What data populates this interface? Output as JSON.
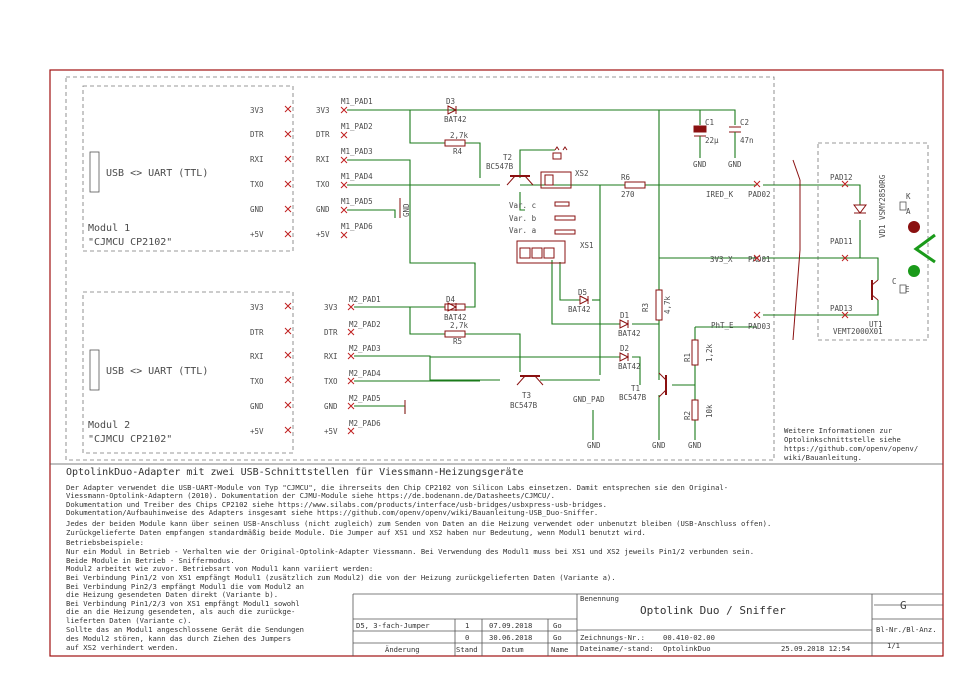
{
  "module1": {
    "pins": [
      "3V3",
      "DTR",
      "RXI",
      "TXO",
      "GND",
      "+5V"
    ],
    "title_box": "USB <> UART (TTL)",
    "name": "Modul 1",
    "subname": "\"CJMCU CP2102\"",
    "pads": [
      "M1_PAD1",
      "M1_PAD2",
      "M1_PAD3",
      "M1_PAD4",
      "M1_PAD5",
      "M1_PAD6"
    ],
    "conn": [
      "3V3",
      "DTR",
      "RXI",
      "TXO",
      "GND",
      "+5V"
    ]
  },
  "module2": {
    "pins": [
      "3V3",
      "DTR",
      "RXI",
      "TXO",
      "GND",
      "+5V"
    ],
    "title_box": "USB <> UART (TTL)",
    "name": "Modul 2",
    "subname": "\"CJMCU CP2102\"",
    "pads": [
      "M2_PAD1",
      "M2_PAD2",
      "M2_PAD3",
      "M2_PAD4",
      "M2_PAD5",
      "M2_PAD6"
    ],
    "conn": [
      "3V3",
      "DTR",
      "RXI",
      "TXO",
      "GND",
      "+5V"
    ]
  },
  "parts": {
    "D3": "D3",
    "D3v": "BAT42",
    "R4v": "2,7k",
    "R4": "R4",
    "T2": "T2",
    "T2v": "BC547B",
    "XS2": "XS2",
    "R6": "R6",
    "R6v": "270",
    "C1": "C1",
    "C1v": "22µ",
    "C2": "C2",
    "C2v": "47n",
    "var_c": "Var. c",
    "var_b": "Var. b",
    "var_a": "Var. a",
    "XS1": "XS1",
    "D5": "D5",
    "D5v": "BAT42",
    "D4": "D4",
    "D4v": "BAT42",
    "R5v": "2,7k",
    "R5": "R5",
    "D1": "D1",
    "D1v": "BAT42",
    "D2": "D2",
    "D2v": "BAT42",
    "R3": "R3",
    "R3v": "4,7k",
    "R1": "R1",
    "R1v": "1,2k",
    "R2": "R2",
    "R2v": "10k",
    "T1": "T1",
    "T1v": "BC547B",
    "T3": "T3",
    "T3v": "BC547B",
    "GND_PAD": "GND_PAD",
    "UT1": "UT1",
    "UT1v": "VEMT2000X01",
    "VD1": "VD1 VSMY2850RG",
    "pad12": "PAD12",
    "pad11": "PAD11",
    "pad13": "PAD13",
    "pad02": "PAD02",
    "pad01": "PAD01",
    "pad03": "PAD03",
    "IRED_K": "IRED_K",
    "V3V3_X": "3V3_X",
    "PhT_E": "PhT_E",
    "gnd": "GND",
    "K": "K",
    "A": "A",
    "C": "C",
    "E": "E"
  },
  "info_note": [
    "Weitere Informationen zur",
    "Optolinkschnittstelle siehe",
    "https://github.com/openv/openv/",
    "wiki/Bauanleitung."
  ],
  "main_title": "OptolinkDuo-Adapter mit zwei USB-Schnittstellen für Viessmann-Heizungsgeräte",
  "description": [
    "Der Adapter verwendet die USB-UART-Module von Typ \"CJMCU\", die ihrerseits den Chip CP2102 von Silicon Labs einsetzen. Damit entsprechen sie den Original-",
    "Viessmann-Optolink-Adaptern (2010). Dokumentation der CJMU-Module siehe https://de.bodenann.de/Datasheets/CJMCU/.",
    "Dokumentation und Treiber des Chips CP2102 siehe https://www.silabs.com/products/interface/usb-bridges/usbxpress-usb-bridges.",
    "Dokumentation/Aufbauhinweise des Adapters insgesamt siehe https://github.com/openv/openv/wiki/Bauanleitung-USB_Duo-Sniffer.",
    "Jedes der beiden Module kann über seinen USB-Anschluss (nicht zugleich) zum Senden von Daten an die Heizung verwendet oder unbenutzt bleiben (USB-Anschluss offen).",
    "Zurückgelieferte Daten empfangen standardmäßig beide Module. Die Jumper auf XS1 und XS2 haben nur Bedeutung, wenn Modul1 benutzt wird.",
    "Betriebsbeispiele:",
    "Nur ein Modul in Betrieb - Verhalten wie der Original-Optolink-Adapter Viessmann. Bei Verwendung des Modul1 muss bei XS1 und XS2 jeweils Pin1/2 verbunden sein.",
    "Beide Module in Betrieb - Sniffermodus.",
    "Modul2 arbeitet wie zuvor. Betriebsart von Modul1 kann variiert werden:",
    "Bei Verbindung Pin1/2 von XS1 empfängt Modul1 (zusätzlich zum Modul2) die von der Heizung zurückgelieferten Daten (Variante a).",
    "Bei Verbindung Pin2/3 empfängt Modul1 die vom Modul2 an",
    "    die Heizung gesendeten Daten direkt (Variante b).",
    "Bei Verbindung Pin1/2/3 von XS1 empfängt Modul1 sowohl",
    "    die an die Heizung gesendeten, als auch die zurückge-",
    "    lieferten Daten (Variante c).",
    "Sollte das an Modul1 angeschlossene Gerät die Sendungen",
    "des Modul2 stören, kann das durch Ziehen des Jumpers",
    "auf XS2 verhindert  werden."
  ],
  "titleblock": {
    "benennung_label": "Benennung",
    "benennung": "Optolink Duo / Sniffer",
    "rev1": {
      "desc": "D5, 3-fach-Jumper",
      "stand": "1",
      "datum": "07.09.2018",
      "name": "Go"
    },
    "rev0": {
      "desc": "",
      "stand": "0",
      "datum": "30.06.2018",
      "name": "Go"
    },
    "hdr_aenderung": "Änderung",
    "hdr_stand": "Stand",
    "hdr_datum": "Datum",
    "hdr_name": "Name",
    "zeichnr_label": "Zeichnungs-Nr.:",
    "zeichnr": "00.410-02.00",
    "datei_label": "Dateiname/-stand:",
    "datei": "OptolinkDuo",
    "datei_stamp": "25.09.2018 12:54",
    "blatt_label": "Bl-Nr./Bl-Anz.",
    "blatt": "1/1",
    "logo": "G"
  }
}
